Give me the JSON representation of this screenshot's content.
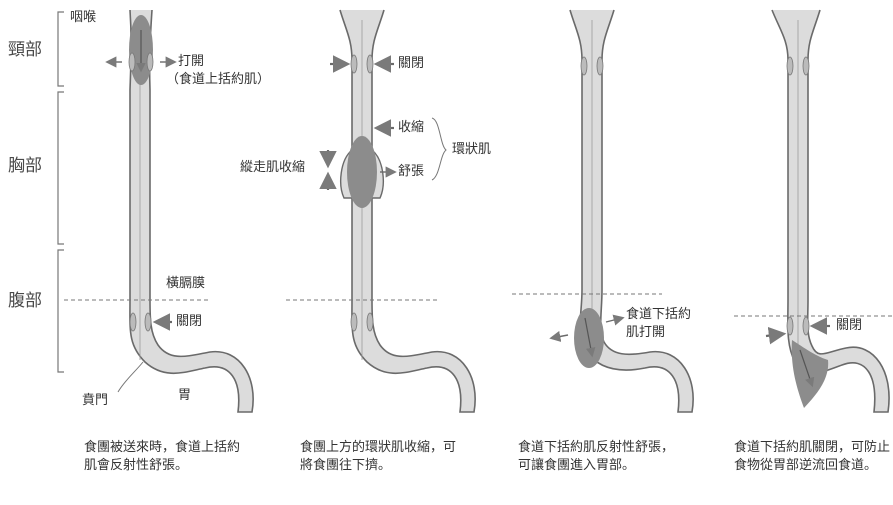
{
  "regions": {
    "neck": "頸部",
    "chest": "胸部",
    "abdomen": "腹部"
  },
  "panel1": {
    "pharynx": "咽喉",
    "open": "打開",
    "ues": "（食道上括約肌）",
    "diaphragm": "橫膈膜",
    "closed": "關閉",
    "cardia": "賁門",
    "stomach": "胃",
    "caption": "食團被送來時，食道上括約肌會反射性舒張。"
  },
  "panel2": {
    "closed": "關閉",
    "contract": "收縮",
    "relax": "舒張",
    "circular": "環狀肌",
    "longitudinal": "縱走肌收縮",
    "caption": "食團上方的環狀肌收縮，可將食團往下擠。"
  },
  "panel3": {
    "les_line1": "食道下括約",
    "les_line2": "肌打開",
    "caption": "食道下括約肌反射性舒張，可讓食團進入胃部。"
  },
  "panel4": {
    "closed": "關閉",
    "caption": "食道下括約肌關閉，可防止食物從胃部逆流回食道。"
  },
  "colors": {
    "tube": "#d9d9d9",
    "stroke": "#6a6a6a",
    "bolus": "#8a8a8a",
    "arrow": "#7a7a7a"
  }
}
